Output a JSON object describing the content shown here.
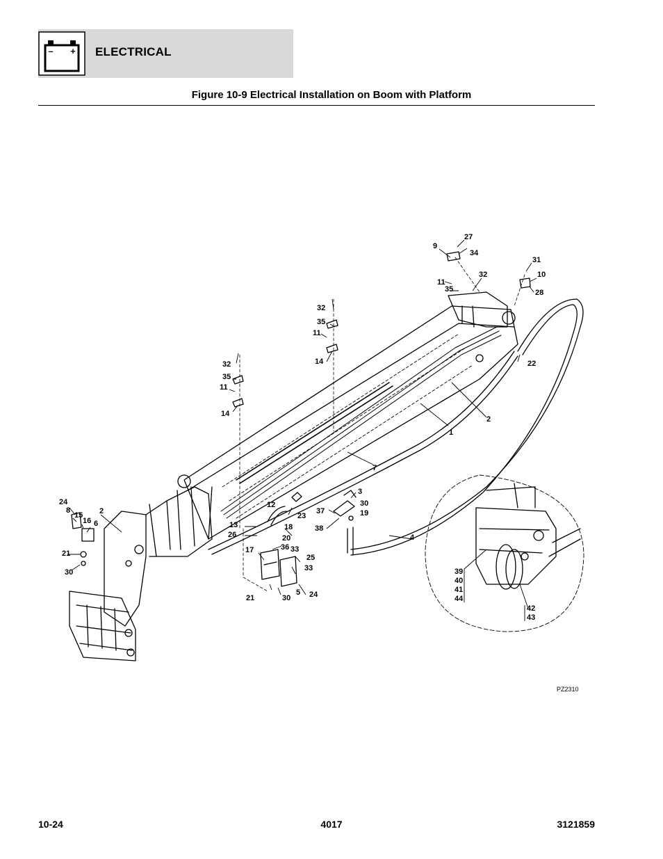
{
  "header": {
    "section_title": "ELECTRICAL",
    "section_icon": "battery-icon",
    "battery_minus": "–",
    "battery_plus": "+"
  },
  "figure": {
    "title": "Figure 10-9 Electrical Installation on Boom with Platform",
    "code": "PZ2310"
  },
  "callouts": [
    "27",
    "9",
    "34",
    "31",
    "10",
    "32",
    "11",
    "35",
    "28",
    "32",
    "35",
    "11",
    "22",
    "14",
    "32",
    "35",
    "11",
    "2",
    "14",
    "1",
    "7",
    "24",
    "8",
    "15",
    "16",
    "6",
    "2",
    "12",
    "3",
    "37",
    "30",
    "19",
    "38",
    "23",
    "13",
    "18",
    "26",
    "20",
    "36",
    "4",
    "17",
    "33",
    "25",
    "33",
    "21",
    "30",
    "39",
    "40",
    "41",
    "44",
    "21",
    "30",
    "5",
    "24",
    "42",
    "43"
  ],
  "footer": {
    "page_number": "10-24",
    "model": "4017",
    "manual_number": "3121859"
  },
  "colors": {
    "header_band": "#d9d9d9",
    "line_art": "#000000",
    "background": "#ffffff"
  }
}
